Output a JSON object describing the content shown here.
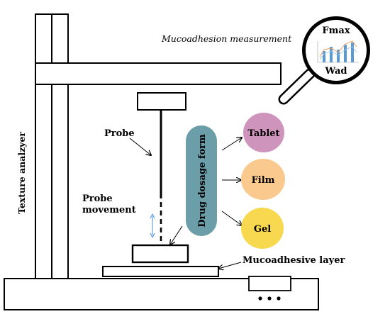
{
  "labels": {
    "measurement_title": "Mucoadhesion measurement",
    "device_name": "Texture analzyer",
    "probe": "Probe",
    "probe_movement_line1": "Probe",
    "probe_movement_line2": "movement",
    "dosage_form": "Drug dosage form",
    "mucoadhesive_layer": "Mucoadhesive layer",
    "fmax": "Fmax",
    "wad": "Wad"
  },
  "dosage_forms": [
    {
      "label": "Tablet",
      "color": "#cf94bb"
    },
    {
      "label": "Film",
      "color": "#f9c98d"
    },
    {
      "label": "Gel",
      "color": "#f8d84e"
    }
  ],
  "colors": {
    "dosage_form_box": "#6c9ea9",
    "probe_arrow": "#4a90d9",
    "chart_bars": "#5b9bd5",
    "chart_line": "#f0a064",
    "outline": "#000000"
  }
}
